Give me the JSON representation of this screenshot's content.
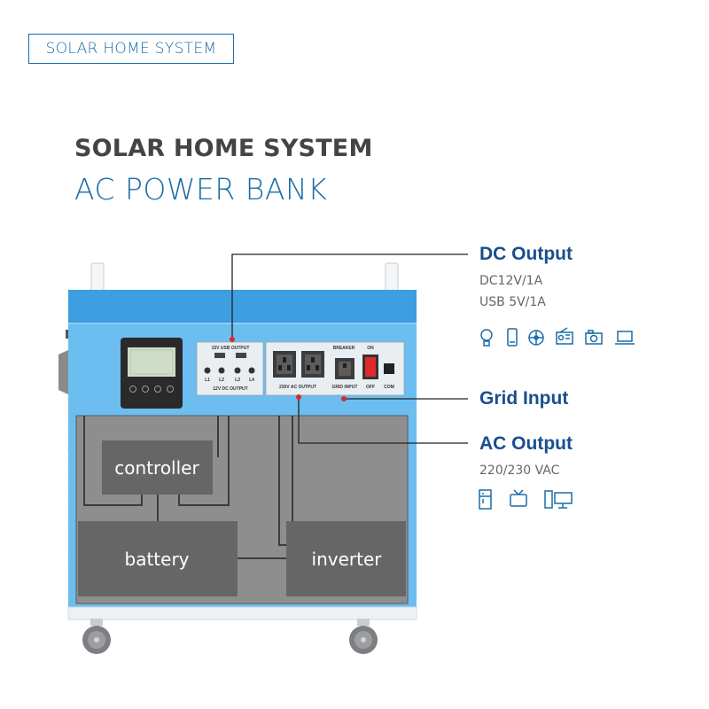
{
  "header": {
    "tag": "SOLAR HOME SYSTEM",
    "title_line1": "SOLAR HOME SYSTEM",
    "title_line2": "AC POWER BANK"
  },
  "callouts": {
    "dc_output": {
      "title": "DC Output",
      "specs": [
        "DC12V/1A",
        "USB 5V/1A"
      ],
      "icons": [
        "bulb-icon",
        "phone-icon",
        "fan-icon",
        "radio-icon",
        "camera-icon",
        "laptop-icon"
      ]
    },
    "grid_input": {
      "title": "Grid Input"
    },
    "ac_output": {
      "title": "AC Output",
      "specs": [
        "220/230 VAC"
      ],
      "icons": [
        "fridge-icon",
        "tv-icon",
        "desktop-computer-icon"
      ]
    }
  },
  "panel": {
    "usb_label": "15V USB OUTPUT",
    "dc_label": "12V DC OUTPUT",
    "ac_label": "230V AC OUTPUT",
    "breaker_label": "BREAKER",
    "on_label": "ON",
    "off_label": "OFF",
    "grid_label": "GRID INPUT",
    "com_label": "COM",
    "dc_ports": [
      "L1",
      "L2",
      "L3",
      "L4"
    ]
  },
  "components": {
    "controller": "controller",
    "battery": "battery",
    "inverter": "inverter"
  },
  "colors": {
    "accent_blue": "#1a6ca8",
    "heading_blue": "#1a4e8c",
    "case_blue": "#6cbdf0",
    "case_top": "#3d9ee0",
    "component_gray": "#666666",
    "callout_dot": "#d62b2b"
  }
}
